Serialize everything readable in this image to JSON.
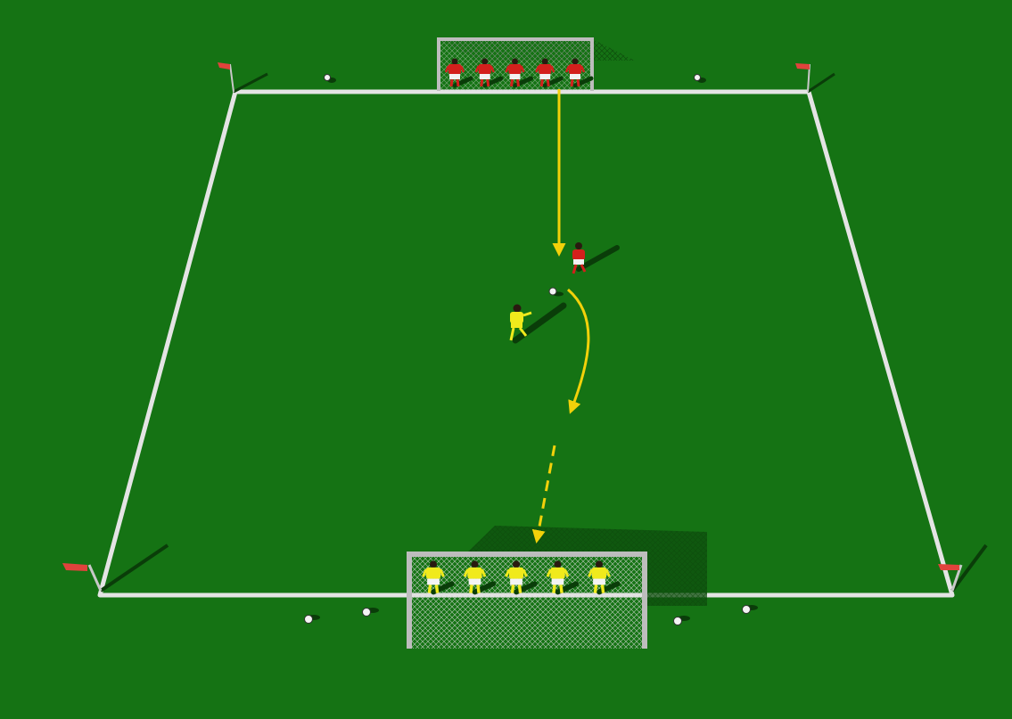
{
  "colors": {
    "grass": "#157314",
    "line": "#e6e6e6",
    "arrow": "#f2d10a",
    "team_red_shirt": "#d3201c",
    "team_red_shorts": "#f2f2f2",
    "team_yellow_shirt": "#f0ea1c",
    "team_yellow_shorts": "#f4f4f4",
    "flag": "#e0433c",
    "goal_frame": "#bdbdbd",
    "shadow": "#0a3d09"
  },
  "scene": {
    "field": "square-playing-area",
    "goals": [
      "top-goal",
      "bottom-goal"
    ],
    "teams": [
      {
        "name": "red-team",
        "players_at_goal": 5,
        "players_in_field": 1
      },
      {
        "name": "yellow-team",
        "players_at_goal": 5,
        "players_in_field": 1
      }
    ],
    "corner_flags": 4,
    "loose_balls": 6,
    "movements": [
      {
        "type": "pass",
        "style": "solid-straight",
        "from": "top-goal",
        "to": "midfield"
      },
      {
        "type": "run",
        "style": "solid-curved",
        "from": "midfield",
        "to": "lower-field"
      },
      {
        "type": "shot",
        "style": "dashed-straight",
        "from": "lower-field",
        "to": "bottom-goal"
      }
    ]
  }
}
